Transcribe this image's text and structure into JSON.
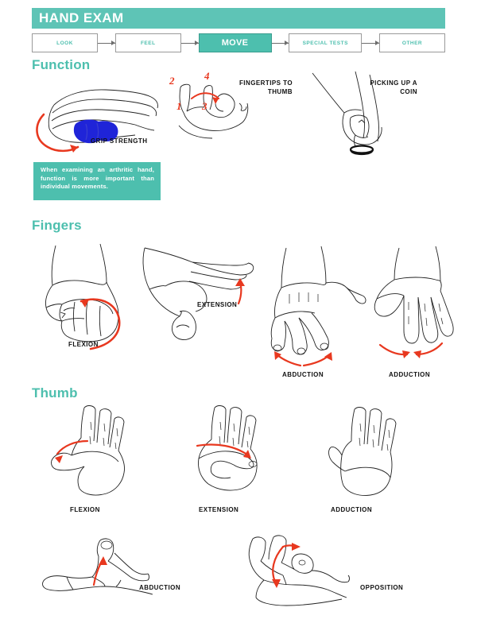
{
  "header": {
    "title": "HAND EXAM"
  },
  "flow": {
    "steps": [
      {
        "label": "LOOK",
        "active": false
      },
      {
        "label": "FEEL",
        "active": false
      },
      {
        "label": "MOVE",
        "active": true
      },
      {
        "label": "SPECIAL TESTS",
        "active": false
      },
      {
        "label": "OTHER",
        "active": false
      }
    ]
  },
  "sections": {
    "function": {
      "heading": "Function",
      "callout": "When examining an arthritic hand, function is more important than individual movements.",
      "figures": [
        {
          "label": "GRIP STRENGTH"
        },
        {
          "label": "FINGERTIPS TO\nTHUMB"
        },
        {
          "label": "PICKING UP A\nCOIN"
        }
      ],
      "fingertip_numbers": [
        "1",
        "2",
        "3",
        "4"
      ]
    },
    "fingers": {
      "heading": "Fingers",
      "figures": [
        {
          "label": "FLEXION"
        },
        {
          "label": "EXTENSION"
        },
        {
          "label": "ABDUCTION"
        },
        {
          "label": "ADDUCTION"
        }
      ]
    },
    "thumb": {
      "heading": "Thumb",
      "figures": [
        {
          "label": "FLEXION"
        },
        {
          "label": "EXTENSION"
        },
        {
          "label": "ADDUCTION"
        },
        {
          "label": "ABDUCTION"
        },
        {
          "label": "OPPOSITION"
        }
      ]
    }
  },
  "colors": {
    "teal": "#4dbfae",
    "teal_header": "#5ec4b6",
    "arrow_red": "#e8381f",
    "grip_blue": "#1f24d8",
    "ink": "#111111"
  }
}
